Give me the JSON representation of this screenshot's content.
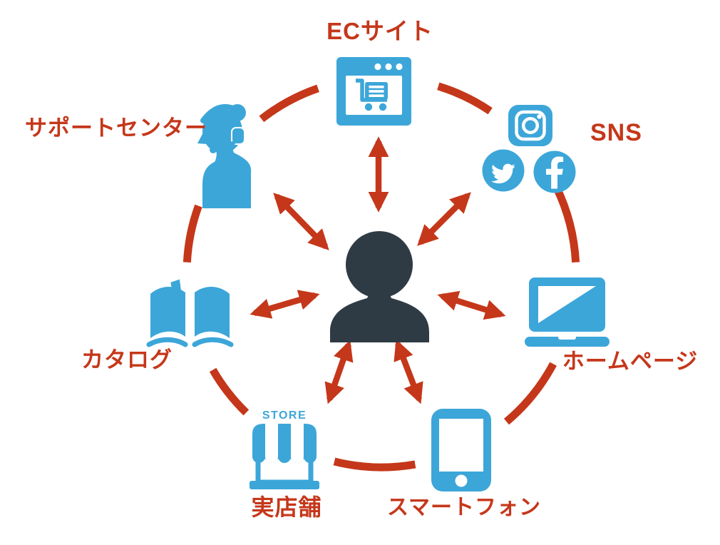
{
  "colors": {
    "red": "#C5371A",
    "blue": "#3CA6D9",
    "dark": "#2F3B44",
    "bg": "#FFFFFF"
  },
  "diagram": {
    "type": "hub-and-spoke omni-channel diagram",
    "center": {
      "icon": "person-icon"
    },
    "nodes": {
      "ec_site": {
        "label": "ECサイト"
      },
      "sns": {
        "label": "SNS"
      },
      "homepage": {
        "label": "ホームページ"
      },
      "smartphone": {
        "label": "スマートフォン"
      },
      "store": {
        "label": "実店舗",
        "icon_text": "STORE"
      },
      "catalog": {
        "label": "カタログ"
      },
      "support": {
        "label": "サポートセンター"
      }
    },
    "icons": {
      "ec_site": "browser-cart-icon",
      "sns": [
        "instagram-icon",
        "twitter-icon",
        "facebook-icon"
      ],
      "homepage": "laptop-icon",
      "smartphone": "smartphone-icon",
      "store": "storefront-icon",
      "catalog": "open-book-icon",
      "support": "operator-headset-icon",
      "center": "person-icon",
      "connector": "double-headed-arrow",
      "ring": "segmented-circle"
    }
  }
}
